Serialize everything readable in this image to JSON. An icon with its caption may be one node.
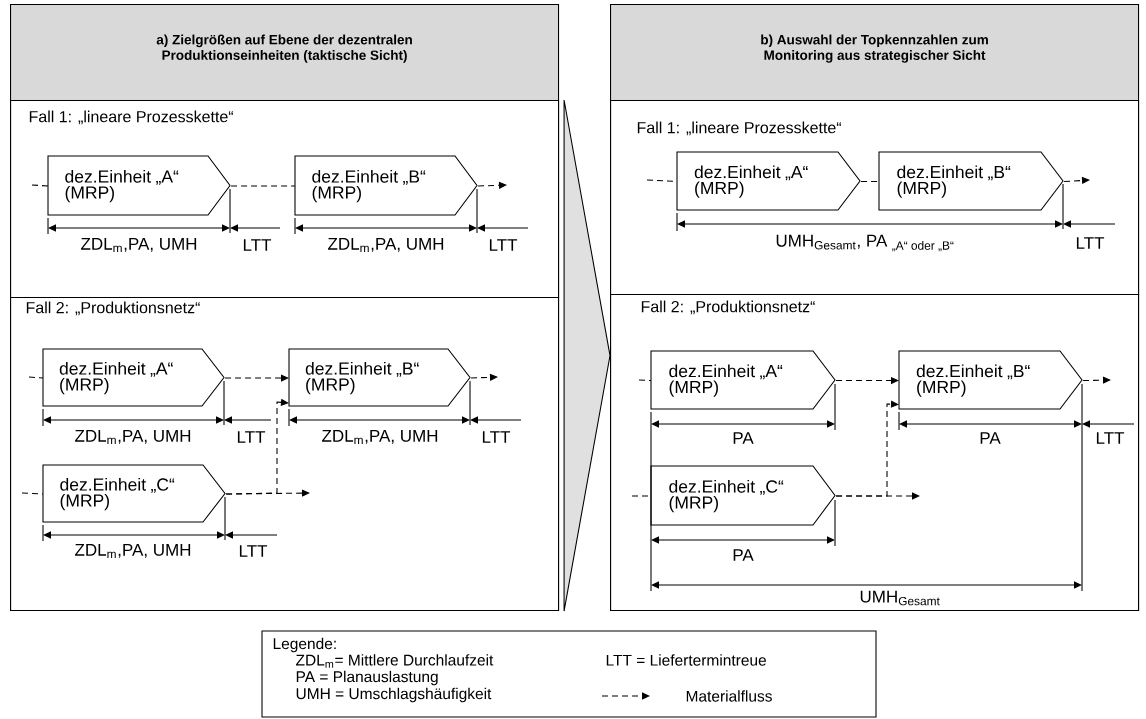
{
  "diagram": {
    "nodes": [
      {
        "text": [
          "a) Zielgrößen auf Ebene der dezentralen Produktionseinheiten (taktische Sicht)"
        ]
      },
      {
        "text": [
          "Fall 1: „lineare Prozesskette“"
        ],
        "in": 0
      },
      {
        "text": [
          "dez.Einheit „A“ (MRP)"
        ],
        "in": 1
      },
      {
        "text": [
          "dez.Einheit „B“ (MRP)"
        ],
        "in": 1
      },
      {
        "text": [
          "Fall 2: „Produktionsnetz“"
        ],
        "in": 0
      },
      {
        "text": [
          "dez.Einheit „A“ (MRP)"
        ],
        "in": 4
      },
      {
        "text": [
          "dez.Einheit „B“ (MRP)"
        ],
        "in": 4
      },
      {
        "text": [
          "dez.Einheit „C“ (MRP)"
        ],
        "in": 4
      },
      {
        "text": [
          "b) Auswahl der Topkennzahlen zum Monitoring aus strategischer Sicht"
        ]
      },
      {
        "text": [
          "Fall 1: „lineare Prozesskette“"
        ],
        "in": 8
      },
      {
        "text": [
          "dez.Einheit „A“ (MRP)"
        ],
        "in": 9
      },
      {
        "text": [
          "dez.Einheit „B“ (MRP)"
        ],
        "in": 9
      },
      {
        "text": [
          "Fall 2: „Produktionsnetz“"
        ],
        "in": 8
      },
      {
        "text": [
          "dez.Einheit „A“ (MRP)"
        ],
        "in": 12
      },
      {
        "text": [
          "dez.Einheit „B“ (MRP)"
        ],
        "in": 12
      },
      {
        "text": [
          "dez.Einheit „C“ (MRP)"
        ],
        "in": 12
      }
    ],
    "edges": [
      {
        "from": null,
        "to": 2,
        "arrow": "none",
        "style": "dashed"
      },
      {
        "from": 2,
        "to": 3,
        "arrow": "none",
        "style": "dashed"
      },
      {
        "from": 3,
        "to": null,
        "arrow": "to",
        "style": "dashed"
      },
      {
        "from": null,
        "to": 5,
        "arrow": "none",
        "style": "dashed"
      },
      {
        "from": 5,
        "to": 6,
        "arrow": "to",
        "style": "dashed"
      },
      {
        "from": 6,
        "to": null,
        "arrow": "to",
        "style": "dashed"
      },
      {
        "from": null,
        "to": 7,
        "arrow": "none",
        "style": "dashed"
      },
      {
        "from": 7,
        "to": null,
        "arrow": "to",
        "style": "dashed"
      },
      {
        "from": 7,
        "to": 6,
        "arrow": "to",
        "style": "dashed"
      },
      {
        "from": null,
        "to": 10,
        "arrow": "none",
        "style": "dashed"
      },
      {
        "from": 10,
        "to": 11,
        "arrow": "none",
        "style": "dashed"
      },
      {
        "from": 11,
        "to": null,
        "arrow": "to",
        "style": "dashed"
      },
      {
        "from": null,
        "to": 13,
        "arrow": "none",
        "style": "dashed"
      },
      {
        "from": 13,
        "to": 14,
        "arrow": "to",
        "style": "dashed"
      },
      {
        "from": 14,
        "to": null,
        "arrow": "to",
        "style": "dashed"
      },
      {
        "from": null,
        "to": 15,
        "arrow": "none",
        "style": "dashed"
      },
      {
        "from": 15,
        "to": null,
        "arrow": "to",
        "style": "dashed"
      },
      {
        "from": 15,
        "to": 14,
        "arrow": "to",
        "style": "dashed"
      },
      {
        "from": 0,
        "to": 8,
        "arrow": "to"
      }
    ],
    "labels": [
      "ZDL$_{m}$,PA, UMH",
      "LTT",
      "ZDL$_{m}$,PA, UMH",
      "LTT",
      "ZDL$_{m}$,PA, UMH",
      "LTT",
      "ZDL$_{m}$,PA, UMH",
      "LTT",
      "ZDL$_{m}$,PA, UMH",
      "LTT",
      "\\text{UMH}_{\\text{Gesamt}}\\text{, PA}\\;_{\\text{„A“ oder „B“}}",
      "LTT",
      "PA",
      "PA",
      "LTT",
      "PA",
      "UMH$_{Gesamt}$",
      "Legende:",
      "ZDL$_{m}$= Mittlere Durchlaufzeit",
      "PA = Planauslastung",
      "UMH = Umschlagshäufigkeit",
      "LTT = Liefertermintreue"
    ],
    "legend": [
      {
        "text": "Materialfluss"
      }
    ]
  }
}
